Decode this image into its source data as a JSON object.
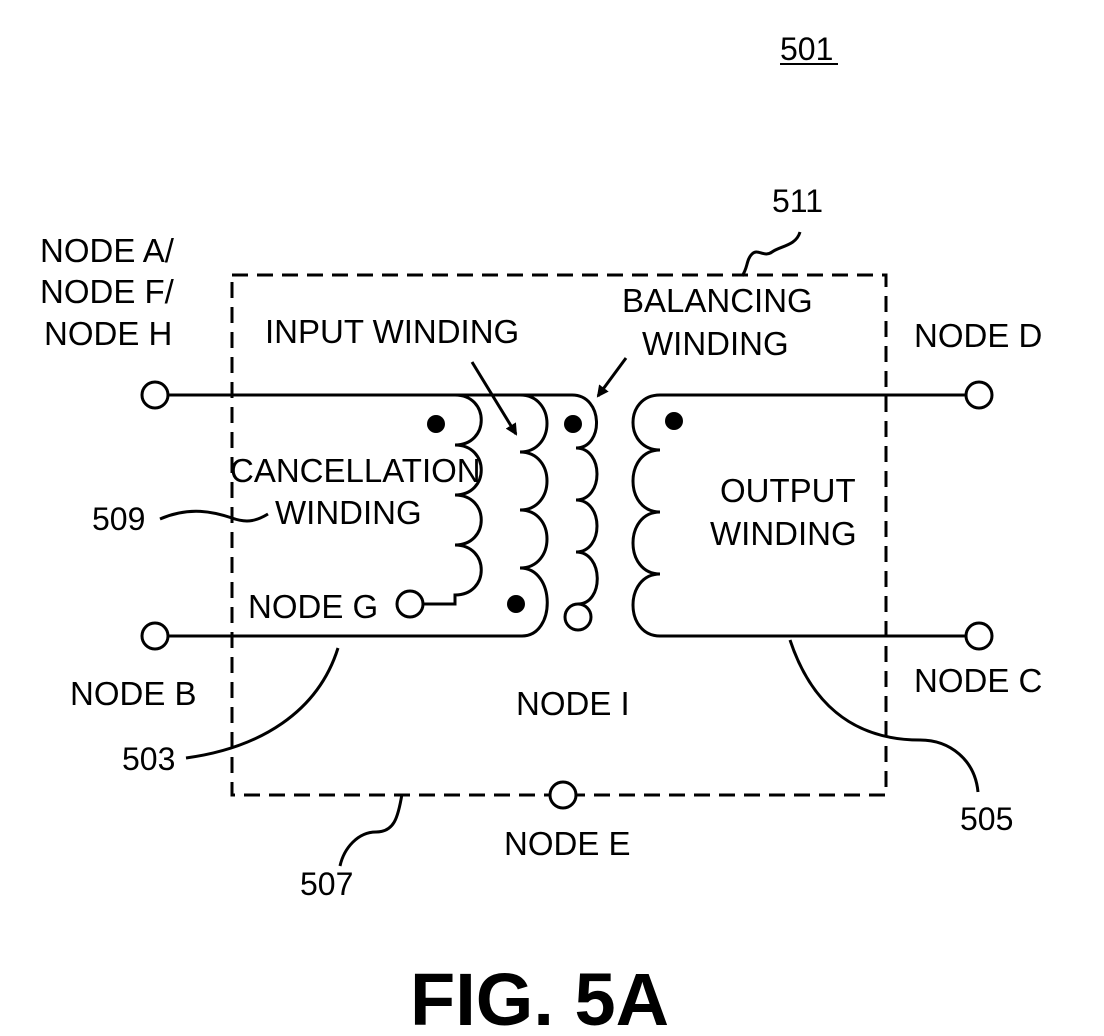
{
  "figure": {
    "number": "501",
    "caption": "FIG. 5A"
  },
  "refs": {
    "box": "511",
    "cancellation": "509",
    "input": "503",
    "output": "505",
    "enclosure": "507"
  },
  "nodes": {
    "a": "NODE A/",
    "f": "NODE F/",
    "h": "NODE H",
    "b": "NODE B",
    "c": "NODE C",
    "d": "NODE D",
    "e": "NODE E",
    "g": "NODE G",
    "i": "NODE I"
  },
  "windings": {
    "input": "INPUT WINDING",
    "balancing_1": "BALANCING",
    "balancing_2": "WINDING",
    "cancellation_1": "CANCELLATION",
    "cancellation_2": "WINDING",
    "output_1": "OUTPUT",
    "output_2": "WINDING"
  }
}
